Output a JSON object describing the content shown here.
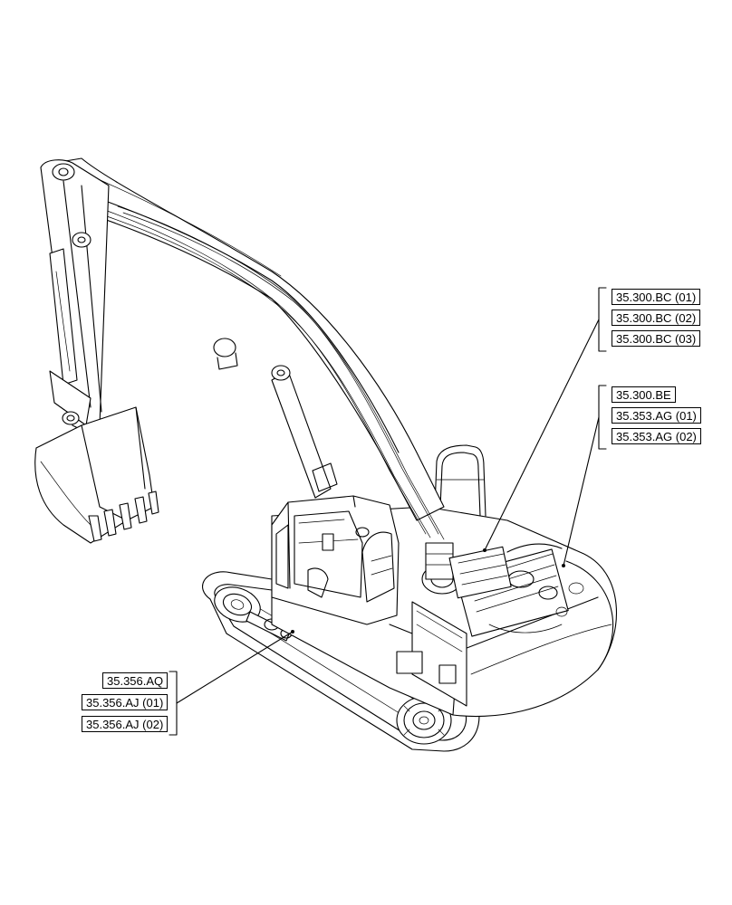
{
  "references": {
    "group_top": [
      "35.300.BC (01)",
      "35.300.BC (02)",
      "35.300.BC (03)"
    ],
    "group_mid": [
      "35.300.BE",
      "35.353.AG (01)",
      "35.353.AG (02)"
    ],
    "group_left": [
      "35.356.AQ",
      "35.356.AJ (01)",
      "35.356.AJ (02)"
    ]
  }
}
